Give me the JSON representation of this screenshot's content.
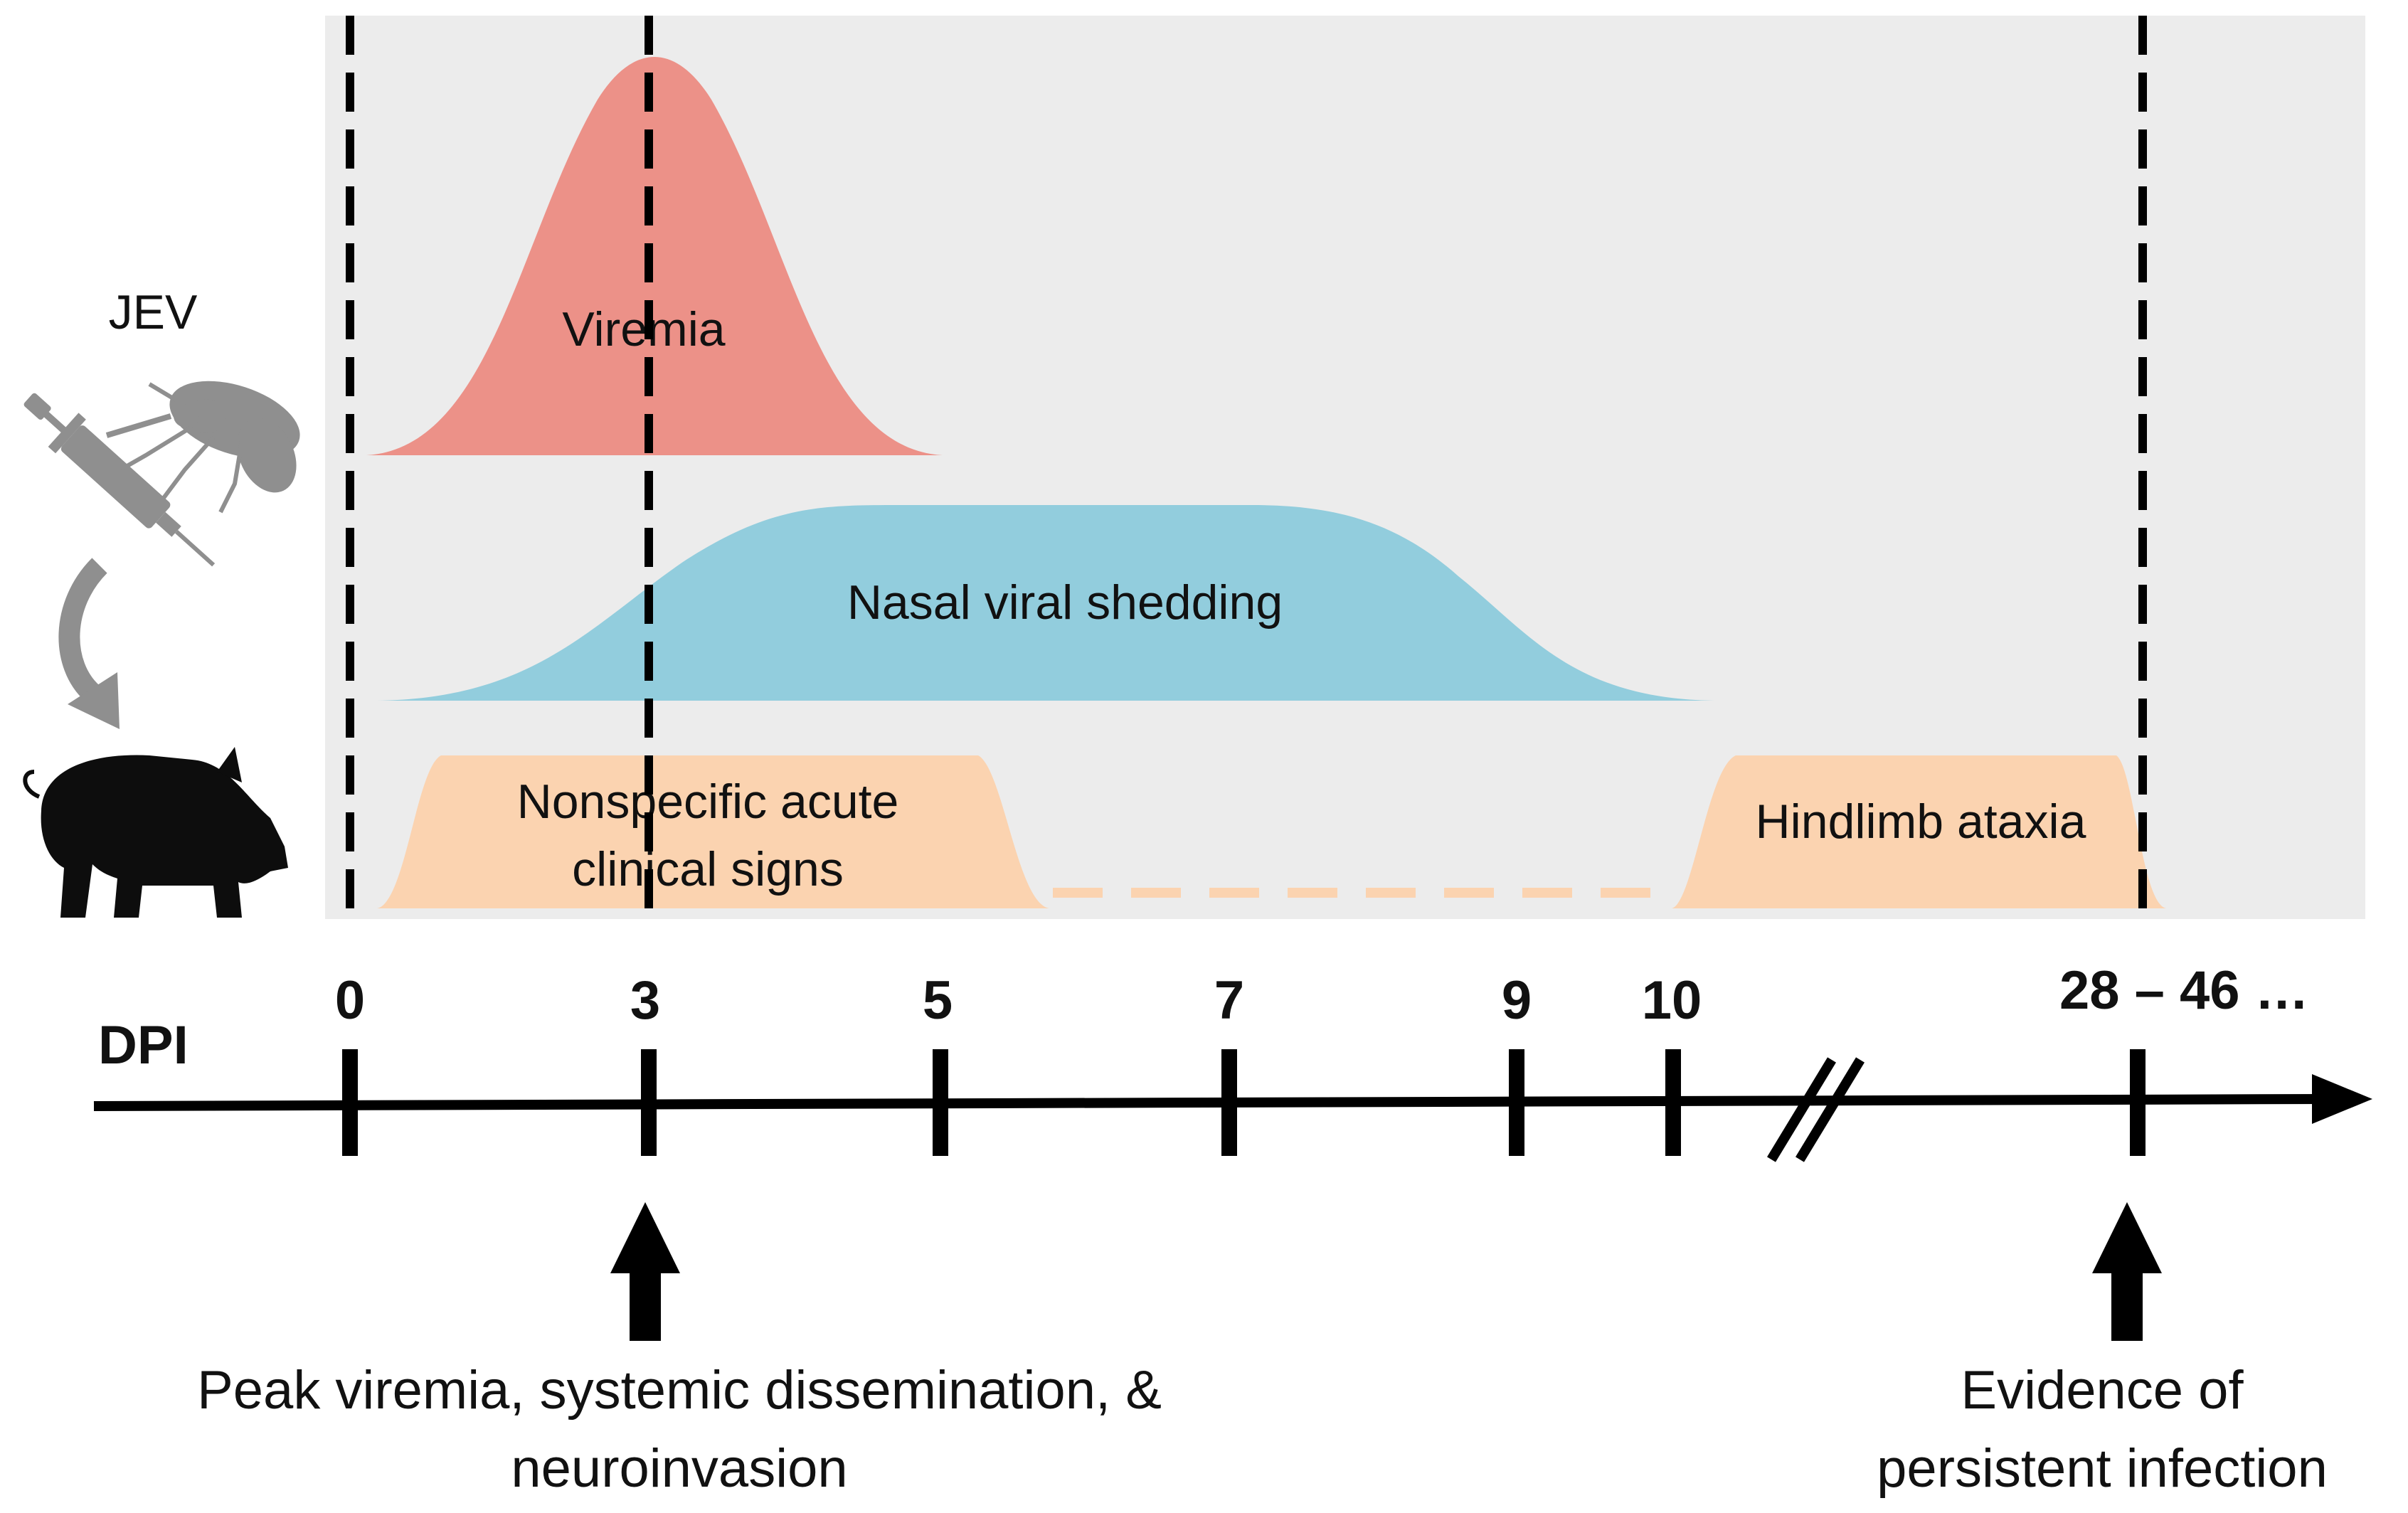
{
  "diagram": {
    "pathogen_label": "JEV",
    "axis_label": "DPI",
    "ticks": [
      "0",
      "3",
      "5",
      "7",
      "9",
      "10",
      "28 – 46 …"
    ],
    "phases": {
      "viremia": "Viremia",
      "nasal_shedding": "Nasal viral shedding",
      "acute_signs_line1": "Nonspecific acute",
      "acute_signs_line2": "clinical signs",
      "hindlimb_ataxia": "Hindlimb ataxia"
    },
    "annotations": {
      "left_line1": "Peak viremia, systemic dissemination, &",
      "left_line2": "neuroinvasion",
      "right_line1": "Evidence of",
      "right_line2": "persistent infection"
    },
    "icons": [
      "syringe-icon",
      "mosquito-icon",
      "transmission-arrow-icon",
      "pig-icon"
    ],
    "colors": {
      "panel": "#ececec",
      "viremia": "#ec9188",
      "nasal_shedding": "#92cddd",
      "clinical_signs": "#fbd3b0",
      "icon_gray": "#8f8f8f",
      "pig": "#0d0d0d"
    }
  }
}
